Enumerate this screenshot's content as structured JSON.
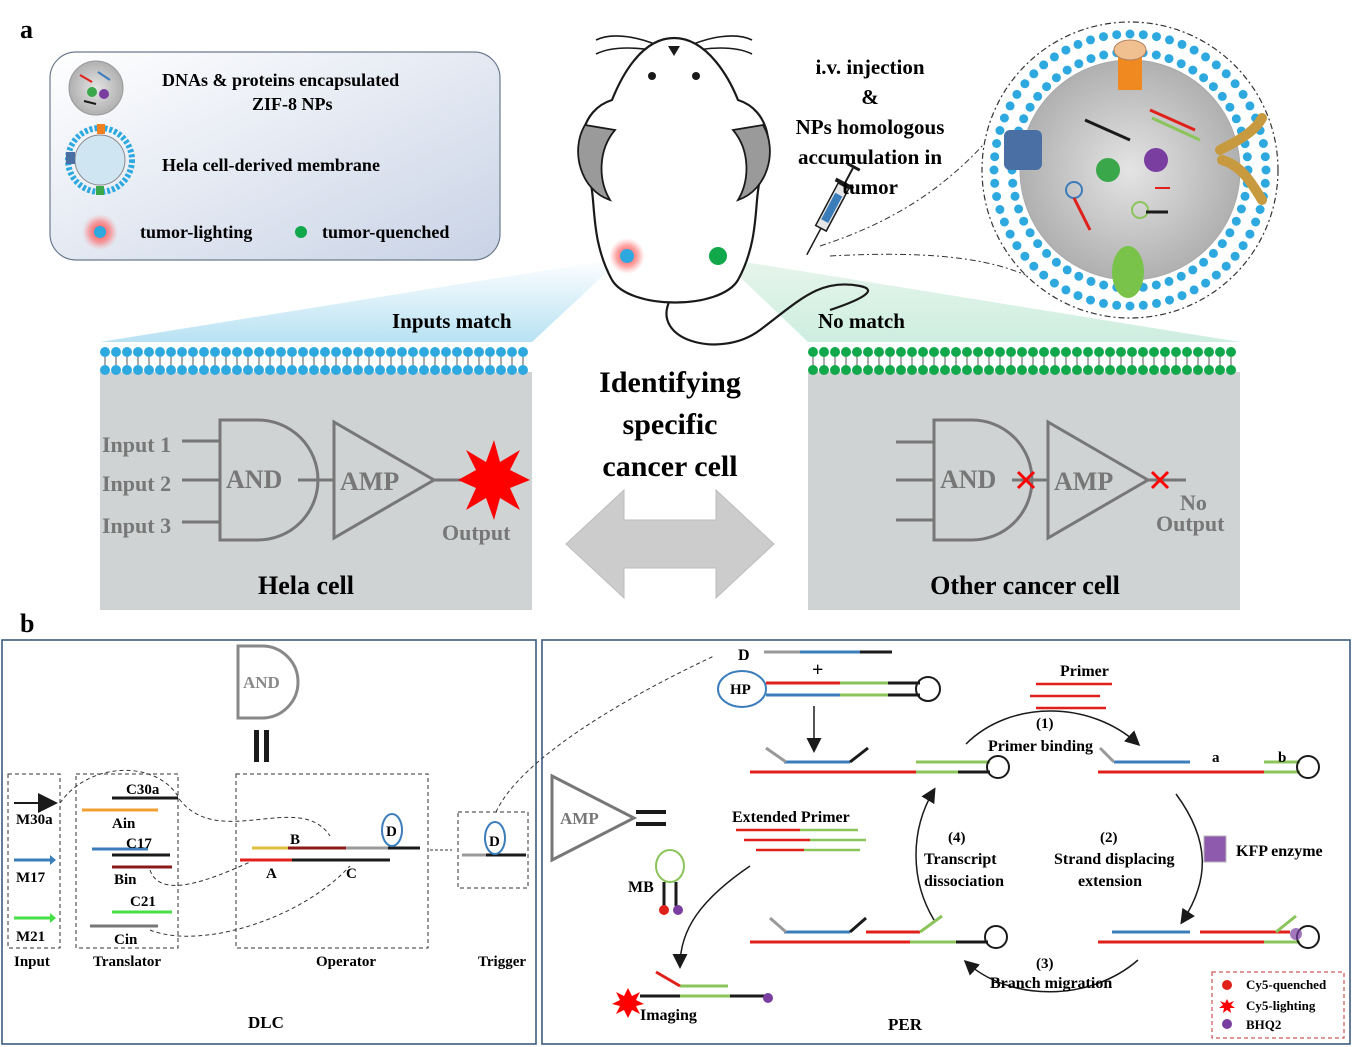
{
  "panel_a": {
    "label": "a",
    "legend": {
      "encapsulated_line1": "DNAs & proteins encapsulated",
      "encapsulated_line2": "ZIF-8 NPs",
      "membrane": "Hela cell-derived  membrane",
      "lighting": "tumor-lighting",
      "quenched": "tumor-quenched"
    },
    "injection": {
      "line1": "i.v. injection",
      "line2": "&",
      "line3": "NPs homologous",
      "line4": "accumulation in",
      "line5": "tumor"
    },
    "inputs_match": "Inputs match",
    "no_match": "No match",
    "center_line1": "Identifying",
    "center_line2": "specific",
    "center_line3": "cancer cell",
    "hela": {
      "input1": "Input 1",
      "input2": "Input 2",
      "input3": "Input 3",
      "and": "AND",
      "amp": "AMP",
      "output": "Output",
      "title": "Hela cell"
    },
    "other": {
      "and": "AND",
      "amp": "AMP",
      "no_output_1": "No",
      "no_output_2": "Output",
      "title": "Other cancer cell"
    }
  },
  "panel_b": {
    "label": "b",
    "dlc": {
      "and_gate": "AND",
      "inputs": [
        "M30a",
        "M17",
        "M21"
      ],
      "translator_top": [
        "C30a",
        "C17",
        "C21"
      ],
      "translator_bottom": [
        "Ain",
        "Bin",
        "Cin"
      ],
      "operator_labels": [
        "A",
        "B",
        "C",
        "D"
      ],
      "trigger_label": "D",
      "box_labels": [
        "Input",
        "Translator",
        "Operator",
        "Trigger"
      ],
      "title": "DLC"
    },
    "per": {
      "amp": "AMP",
      "d_label": "D",
      "hp_label": "HP",
      "plus": "+",
      "primer": "Primer",
      "step1_num": "(1)",
      "step1": "Primer binding",
      "site_a": "a",
      "site_b": "b",
      "step2_num": "(2)",
      "step2_line1": "Strand displacing",
      "step2_line2": "extension",
      "kfp": "KFP enzyme",
      "step3_num": "(3)",
      "step3": "Branch migration",
      "step4_num": "(4)",
      "step4_line1": "Transcript",
      "step4_line2": "dissociation",
      "extended_primer": "Extended Primer",
      "mb": "MB",
      "imaging": "Imaging",
      "legend": [
        "Cy5-quenched",
        "Cy5-lighting",
        "BHQ2"
      ],
      "title": "PER"
    }
  },
  "colors": {
    "gate_gray": "#777777",
    "cell_bg": "#cfd3d3",
    "membrane_blue": "#2ea9e0",
    "membrane_green": "#11a84b",
    "output_red": "#ff0000",
    "strand_red": "#e0201a",
    "strand_blue": "#3b7dbb",
    "strand_green": "#8bc45a",
    "strand_black": "#1a1a1a",
    "panel_border": "#3d5a80"
  }
}
